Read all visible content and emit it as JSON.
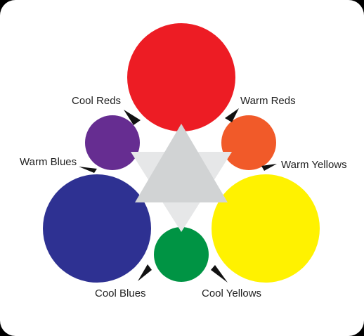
{
  "colors": {
    "red": "#ED1C24",
    "yellow": "#FFF200",
    "blue": "#2E3192",
    "purple": "#662D91",
    "orange": "#F15A29",
    "green": "#009444",
    "triangle_light": "#E6E7E8",
    "triangle_dark": "#D1D3D4",
    "pointer": "#111111"
  },
  "labels": {
    "cool_reds": "Cool Reds",
    "warm_reds": "Warm Reds",
    "warm_blues": "Warm Blues",
    "warm_yellows": "Warm Yellows",
    "cool_blues": "Cool Blues",
    "cool_yellows": "Cool Yellows"
  }
}
